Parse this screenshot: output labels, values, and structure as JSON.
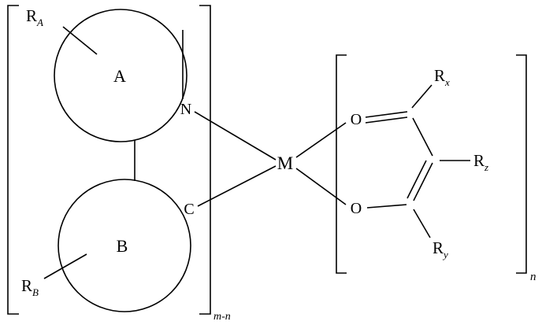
{
  "diagram": {
    "left_complex": {
      "bracket_subscript": "m-n",
      "substituent_top": {
        "base": "R",
        "sub": "A"
      },
      "substituent_bottom": {
        "base": "R",
        "sub": "B"
      },
      "ring_top_label": "A",
      "ring_bottom_label": "B",
      "nitrogen": "N",
      "carbon": "C"
    },
    "metal_center": "M",
    "right_complex": {
      "bracket_subscript": "n",
      "oxygen_top": "O",
      "oxygen_bottom": "O",
      "substituent_x": {
        "base": "R",
        "sub": "x"
      },
      "substituent_y": {
        "base": "R",
        "sub": "y"
      },
      "substituent_z": {
        "base": "R",
        "sub": "z"
      }
    },
    "colors": {
      "line": "#000000",
      "background": "#ffffff"
    }
  }
}
